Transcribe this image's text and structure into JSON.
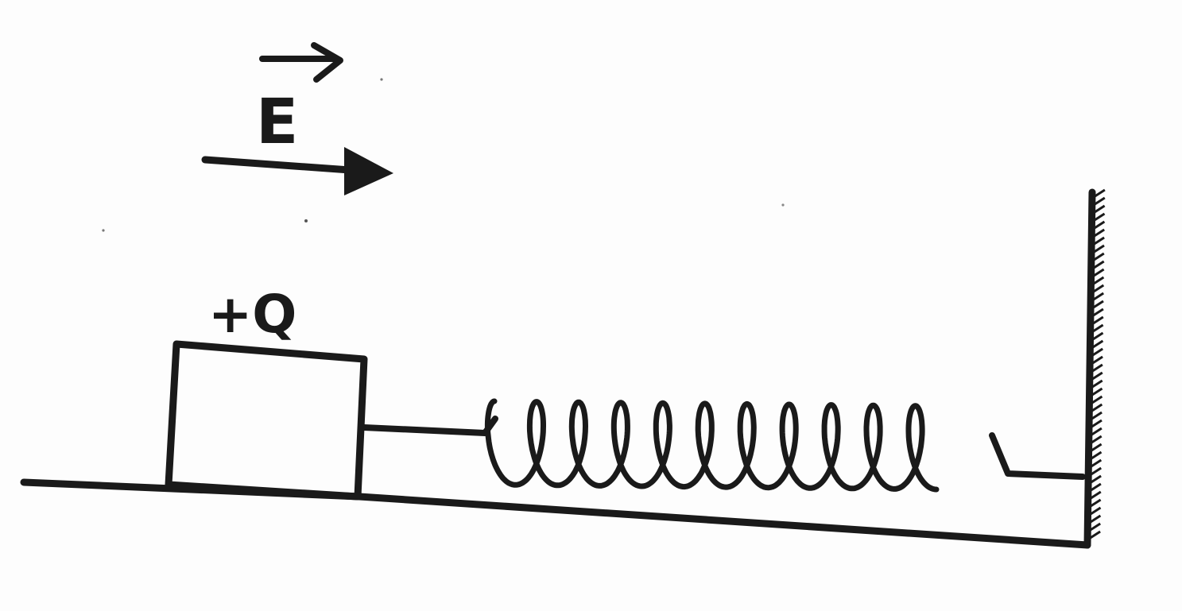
{
  "field": {
    "symbol": "E",
    "direction": "right"
  },
  "block": {
    "charge_label": "+Q"
  },
  "spring": {
    "coils": 10
  },
  "colors": {
    "ink": "#1a1a1a",
    "paper": "#fdfdfd"
  }
}
